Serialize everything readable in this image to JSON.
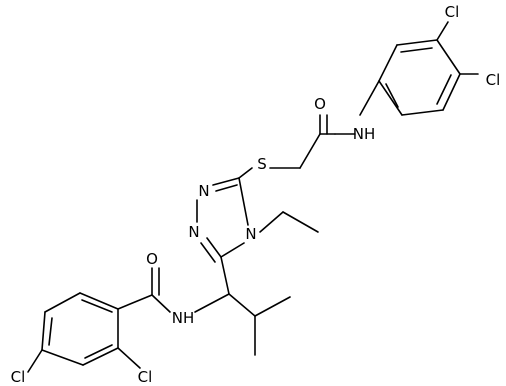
{
  "molecule": {
    "labels": {
      "cl_top_right": "Cl",
      "cl_right": "Cl",
      "oxygen_amide_top": "O",
      "nh_amide_top": "NH",
      "sulfur": "S",
      "n_triazole_1": "N",
      "n_triazole_2": "N",
      "n_triazole_4": "N",
      "oxygen_amide_left": "O",
      "nh_amide_left": "NH",
      "cl_bottom_left": "Cl",
      "cl_bottom_mid": "Cl"
    }
  }
}
